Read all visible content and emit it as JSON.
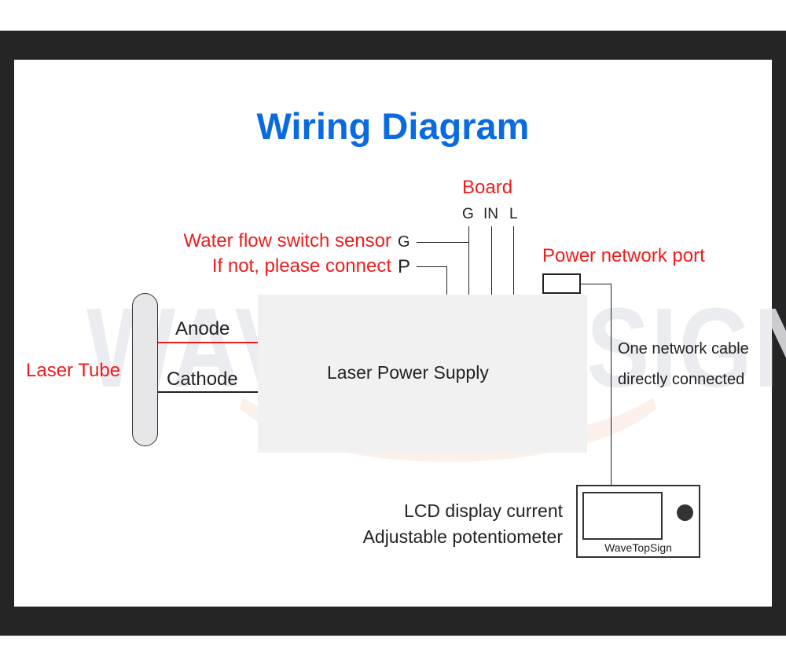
{
  "title": "Wiring Diagram",
  "watermark": "WAVETOP SIGN",
  "board": {
    "label": "Board",
    "pins": [
      "G",
      "IN",
      "L"
    ]
  },
  "water_flow": {
    "label": "Water flow switch sensor",
    "pin": "G"
  },
  "if_not": {
    "label": "If not, please connect",
    "pin": "P"
  },
  "power_network_port": {
    "label": "Power network port"
  },
  "network_cable": {
    "line1": "One network cable",
    "line2": "directly connected"
  },
  "laser_tube": {
    "label": "Laser Tube",
    "anode": "Anode",
    "cathode": "Cathode"
  },
  "power_supply": {
    "label": "Laser Power Supply"
  },
  "display": {
    "line1": "LCD display current",
    "line2": "Adjustable potentiometer",
    "brand": "WaveTopSign"
  },
  "colors": {
    "title": "#0a6be0",
    "label_red": "#ee1c1c",
    "anode_wire": "#ee1c1c",
    "cathode_wire": "#222222",
    "frame": "#252525"
  }
}
